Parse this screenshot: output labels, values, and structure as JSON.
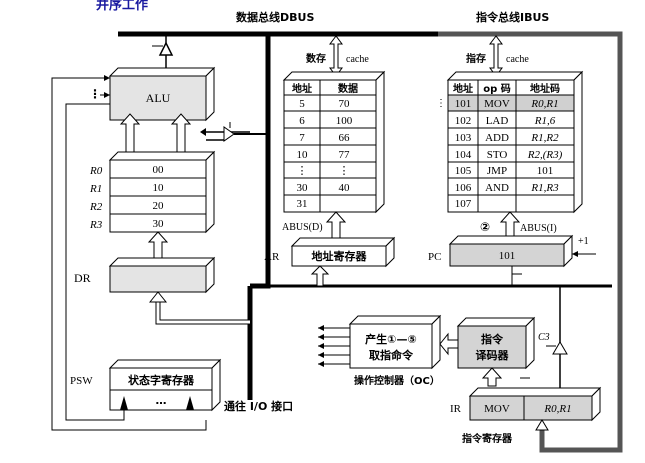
{
  "header_fragment": "并序工作",
  "bus_labels": {
    "data_bus": "数据总线DBUS",
    "instr_bus": "指令总线IBUS"
  },
  "alu": {
    "label": "ALU",
    "dots": "⋮"
  },
  "registers": {
    "names": [
      "R0",
      "R1",
      "R2",
      "R3"
    ],
    "values": [
      "00",
      "10",
      "20",
      "30"
    ]
  },
  "dr": {
    "label": "DR"
  },
  "psw": {
    "outer_label": "PSW",
    "label": "状态字寄存器",
    "dots": "…"
  },
  "io": {
    "label": "通往 I/O 接口"
  },
  "data_memory": {
    "storage_label": "数存",
    "cache_label": "cache",
    "headers": [
      "地址",
      "数据"
    ],
    "rows": [
      [
        "5",
        "70"
      ],
      [
        "6",
        "100"
      ],
      [
        "7",
        "66"
      ],
      [
        "10",
        "77"
      ],
      [
        "⋮",
        "⋮"
      ],
      [
        "30",
        "40"
      ],
      [
        "31",
        ""
      ]
    ],
    "abus_label": "ABUS(D)"
  },
  "ar": {
    "outer_label": "AR",
    "label": "地址寄存器"
  },
  "instr_memory": {
    "storage_label": "指存",
    "cache_label": "cache",
    "headers": [
      "地址",
      "op 码",
      "地址码"
    ],
    "rows": [
      [
        "101",
        "MOV",
        "R0,R1"
      ],
      [
        "102",
        "LAD",
        "R1,6"
      ],
      [
        "103",
        "ADD",
        "R1,R2"
      ],
      [
        "104",
        "STO",
        "R2,(R3)"
      ],
      [
        "105",
        "JMP",
        "101"
      ],
      [
        "106",
        "AND",
        "R1,R3"
      ],
      [
        "107",
        "",
        ""
      ]
    ],
    "step_marker": "②",
    "abus_label": "ABUS(I)"
  },
  "pc": {
    "outer_label": "PC",
    "value": "101",
    "increment": "+1"
  },
  "controller": {
    "generator_line1": "产生①—⑤",
    "generator_line2": "取指命令",
    "caption": "操作控制器（OC）",
    "decoder_line1": "指令",
    "decoder_line2": "译码器"
  },
  "ir": {
    "outer_label": "IR",
    "op": "MOV",
    "addr": "R0,R1",
    "clock": "C3",
    "caption": "指令寄存器"
  }
}
